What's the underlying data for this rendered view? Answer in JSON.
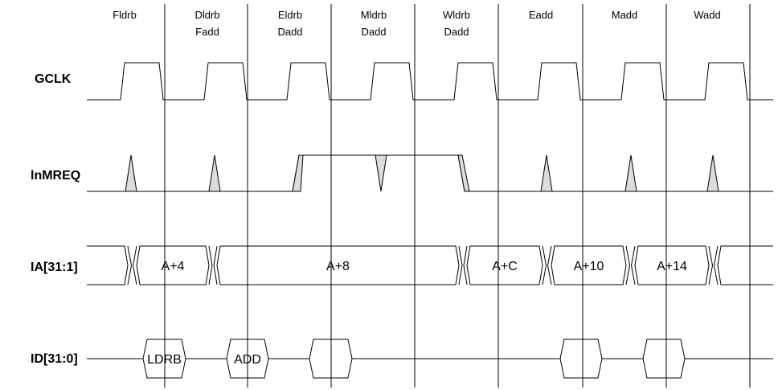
{
  "stage_labels": [
    [
      "Fldrb"
    ],
    [
      "Dldrb",
      "Fadd"
    ],
    [
      "Eldrb",
      "Dadd"
    ],
    [
      "Mldrb",
      "Dadd"
    ],
    [
      "Wldrb",
      "Dadd"
    ],
    [
      "Eadd"
    ],
    [
      "Madd"
    ],
    [
      "Wadd"
    ]
  ],
  "signals": {
    "gclk": "GCLK",
    "nmreq": "lnMREQ",
    "ia": "IA[31:1]",
    "id": "ID[31:0]"
  },
  "ia_values": [
    "A+4",
    "A+8",
    "A+C",
    "A+10",
    "A+14"
  ],
  "id_values": [
    "LDRB",
    "ADD",
    "",
    "",
    ""
  ]
}
